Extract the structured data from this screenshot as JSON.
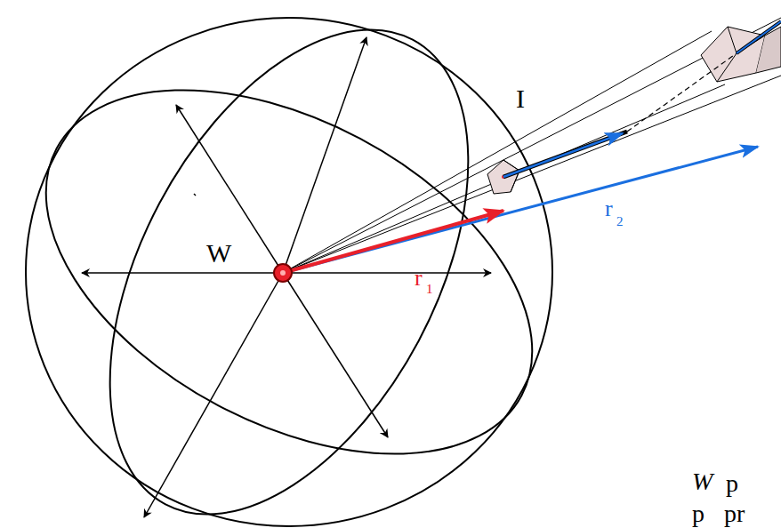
{
  "diagram": {
    "labels": [
      "W",
      "I",
      "r",
      "1",
      "r",
      "2",
      "W",
      "p",
      "p",
      "pr"
    ]
  }
}
